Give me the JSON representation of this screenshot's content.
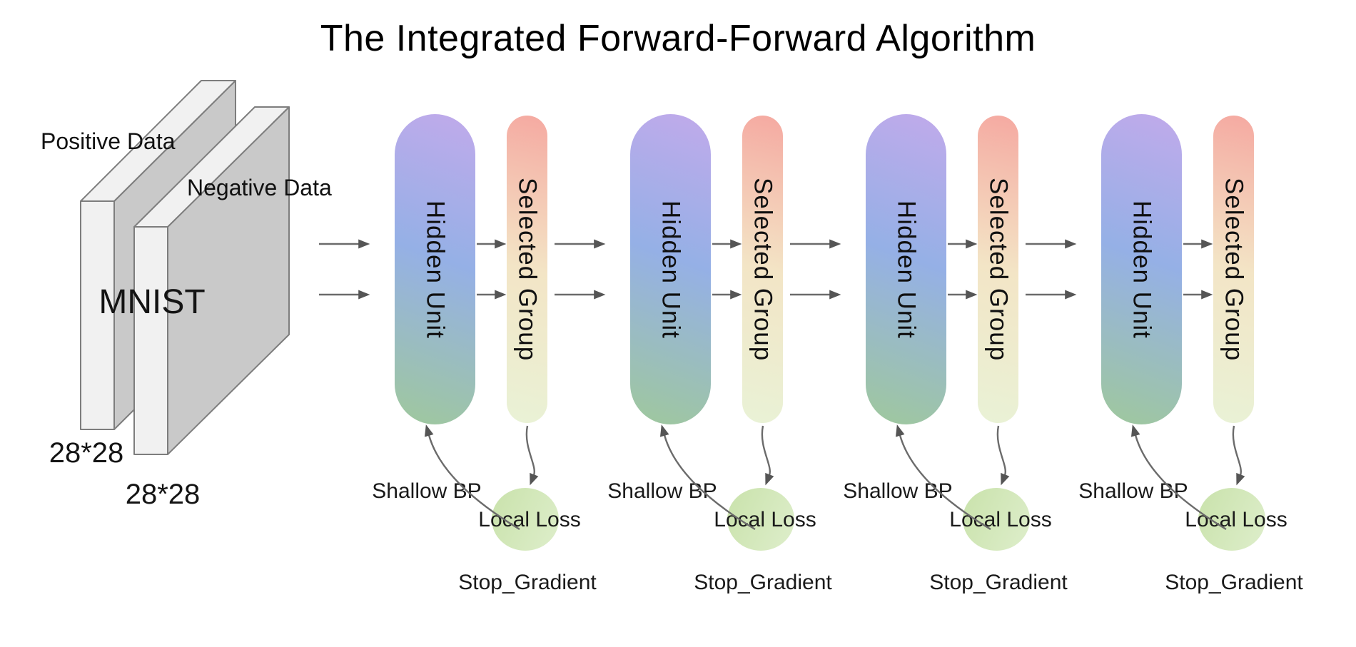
{
  "title": "The Integrated Forward-Forward Algorithm",
  "input": {
    "positive_label": "Positive Data",
    "negative_label": "Negative Data",
    "dataset_label": "MNIST",
    "positive_size": "28*28",
    "negative_size": "28*28"
  },
  "block": {
    "hidden_label": "Hidden Unit",
    "selected_label": "Selected Group",
    "shallow_bp_label": "Shallow BP",
    "local_loss_label": "Local Loss",
    "stop_gradient_label": "Stop_Gradient"
  },
  "blocks_count": 4,
  "colors": {
    "hidden_top": "#c1aaeb",
    "hidden_mid": "#95b0e6",
    "hidden_bottom": "#9fc89d",
    "selected_top": "#f5a9a1",
    "selected_mid": "#f3e5c6",
    "selected_bottom": "#e9f2d6",
    "loss_start": "#c9e2ab",
    "loss_end": "#deeecb",
    "arrow_line": "#6b6b6b",
    "arrow_head": "#555555",
    "plate_face": "#f1f1f1",
    "plate_side": "#c9c9c9",
    "plate_edge": "#7d7d7d"
  }
}
